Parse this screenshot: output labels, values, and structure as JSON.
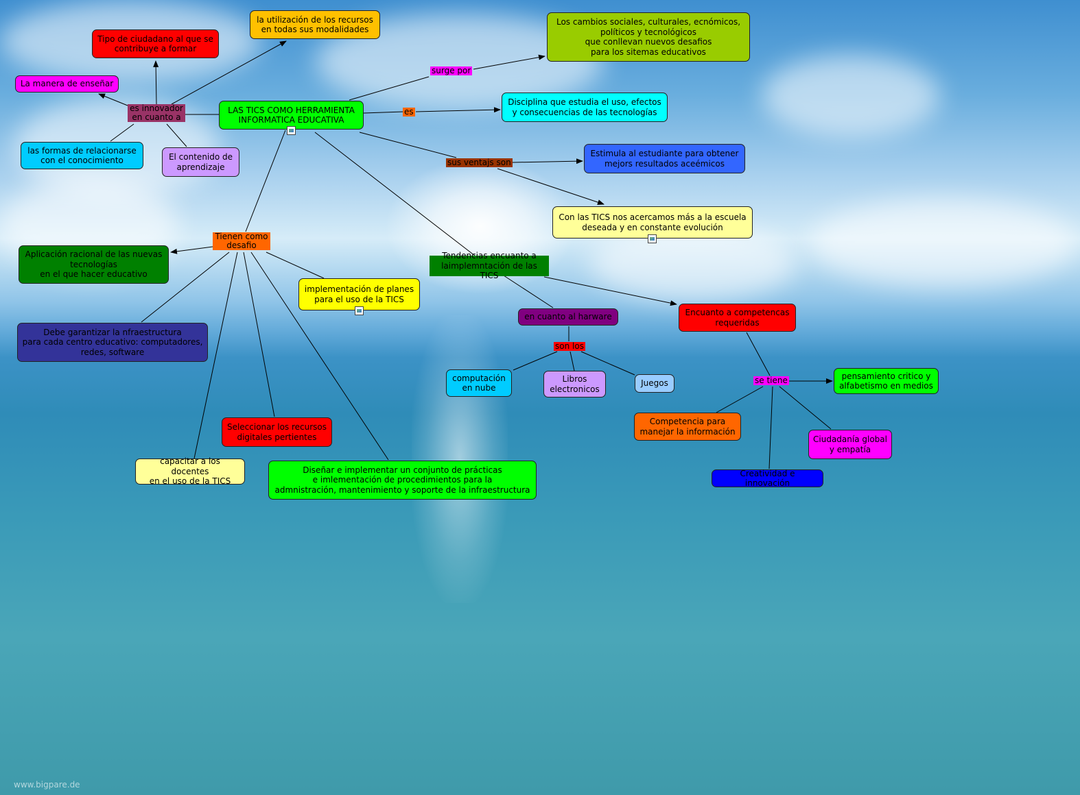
{
  "diagram": {
    "center": "LAS TICS COMO HERRAMIENTA\nINFORMATICA EDUCATIVA",
    "concepts": {
      "tipo_ciudadano": "Tipo de ciudadano al que se\ncontribuye a formar",
      "utilizacion_recursos": "la utilización de los recursos\nen todas sus modalidades",
      "cambios_sociales": "Los cambios sociales, culturales, ecnómicos,\npolíticos y tecnológicos\nque conllevan nuevos desafios\npara los sitemas educativos",
      "manera_ensenar": "La manera de enseñar",
      "disciplina": "Disciplina que estudia el uso, efectos\ny consecuencias de las tecnologías",
      "formas_relacionarse": "las formas de relacionarse\ncon el conocimiento",
      "contenido_aprendizaje": "El contenido de\naprendizaje",
      "estimula": "Estimula al estudiante para obtener\nmejors resultados aceémicos",
      "acercamos": "Con las TICS nos acercamos más a la escuela\ndeseada y en constante evolución",
      "aplicacion_racional": "Aplicación racional de las nuevas\ntecnologías\nen el que hacer educativo",
      "implementacion_planes": "implementación de planes\npara el uso de la TICS",
      "tendencias": "Tendencias encuanto a\nlaimplemntación de las TICS",
      "garantizar": "Debe garantizar la nfraestructura\npara cada centro educativo: computadores,\nredes, software",
      "en_cuanto_harware": "en cuanto al harware",
      "competencias": "Encuanto a competencas\nrequeridas",
      "computacion_nube": "computación\nen nube",
      "libros": "Libros\nelectronicos",
      "juegos": "Juegos",
      "pensamiento": "pensamiento critico y\nalfabetismo en medios",
      "seleccionar": "Seleccionar los recursos\ndigitales pertientes",
      "competencia_informacion": "Competencia para\nmanejar la información",
      "ciudadania": "Ciudadanía global\ny empatía",
      "capacitar": "capacitar a los docentes\nen el uso de la TICS",
      "disenar": "Diseñar e implementar  un conjunto de prácticas\ne imlementación de procedimientos para la\nadmnistración, mantenimiento y soporte de la infraestructura",
      "creatividad": "Creatividad e innovación"
    },
    "linking_phrases": {
      "es_innovador": "es innovador\nen cuanto a",
      "surge_por": "surge por",
      "es": "es",
      "sus_ventajas": "sus ventajs son",
      "tienen_desafio": "Tienen como\ndesafio",
      "son_los": "son los",
      "se_tiene": "se tiene"
    },
    "colors": {
      "red": "#ff0000",
      "orange_yellow": "#ffc000",
      "lime": "#99cc00",
      "magenta": "#ff00ff",
      "cyan": "#00ffff",
      "sky": "#00ccff",
      "lavender": "#cc99ff",
      "blue": "#3366ff",
      "pale_yellow": "#ffff99",
      "dark_green": "#008000",
      "yellow": "#ffff00",
      "navy": "#333399",
      "purple": "#800080",
      "green": "#00ff00",
      "orange": "#ff6600",
      "light_blue": "#99ccff",
      "deep_blue": "#0000ff",
      "maroon": "#993366",
      "brown": "#993300"
    }
  },
  "footer": {
    "watermark": "www.bigpare.de"
  }
}
